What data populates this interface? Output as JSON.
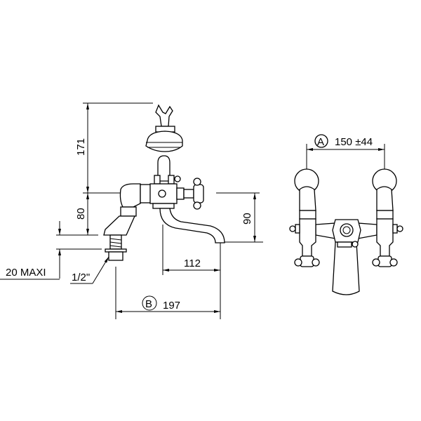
{
  "side_view": {
    "dim_height_total": "171",
    "dim_height_body": "80",
    "dim_spout_drop": "90",
    "dim_spout_reach": "112",
    "dim_overall_depth": "197",
    "ref_B": "B",
    "dim_deck_thickness": "20 MAXI",
    "thread_size": "1/2\""
  },
  "front_view": {
    "ref_A": "A",
    "dim_centres": "150 ±44"
  }
}
